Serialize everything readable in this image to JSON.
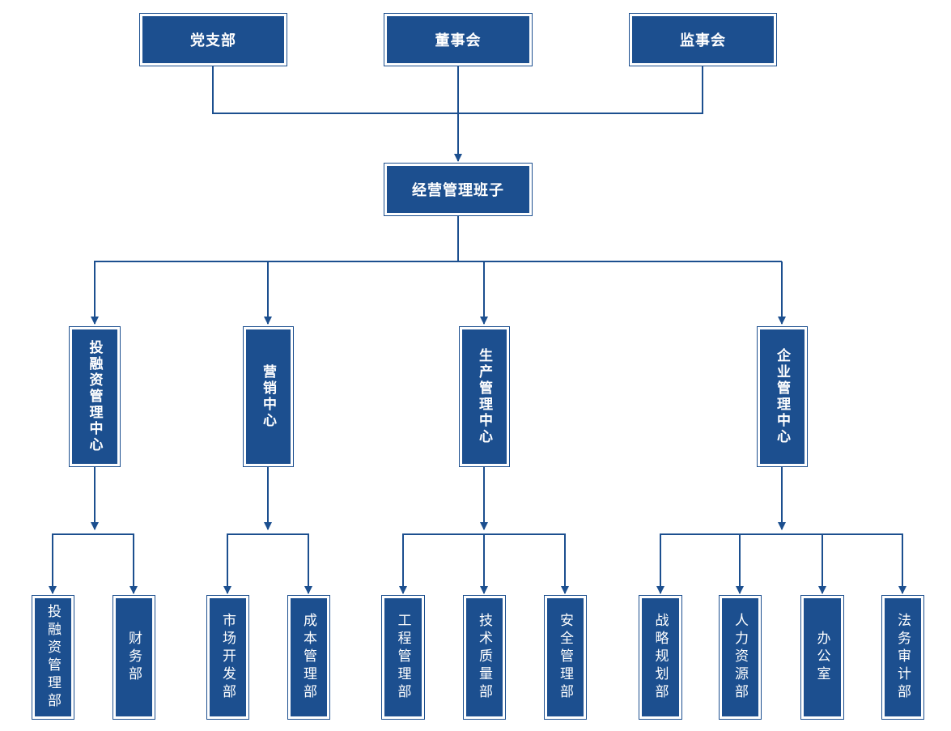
{
  "top_bodies": {
    "party": "党支部",
    "board": "董事会",
    "supervisory": "监事会"
  },
  "management": "经营管理班子",
  "centers": {
    "investment": {
      "title": "投融资管理中心",
      "departments": [
        "投融资管理部",
        "财务部"
      ]
    },
    "marketing": {
      "title": "营销中心",
      "departments": [
        "市场开发部",
        "成本管理部"
      ]
    },
    "production": {
      "title": "生产管理中心",
      "departments": [
        "工程管理部",
        "技术质量部",
        "安全管理部"
      ]
    },
    "enterprise": {
      "title": "企业管理中心",
      "departments": [
        "战略规划部",
        "人力资源部",
        "办公室",
        "法务审计部"
      ]
    }
  },
  "colors": {
    "box": "#1c4f8f",
    "line": "#1c4f8f",
    "text": "#ffffff"
  }
}
